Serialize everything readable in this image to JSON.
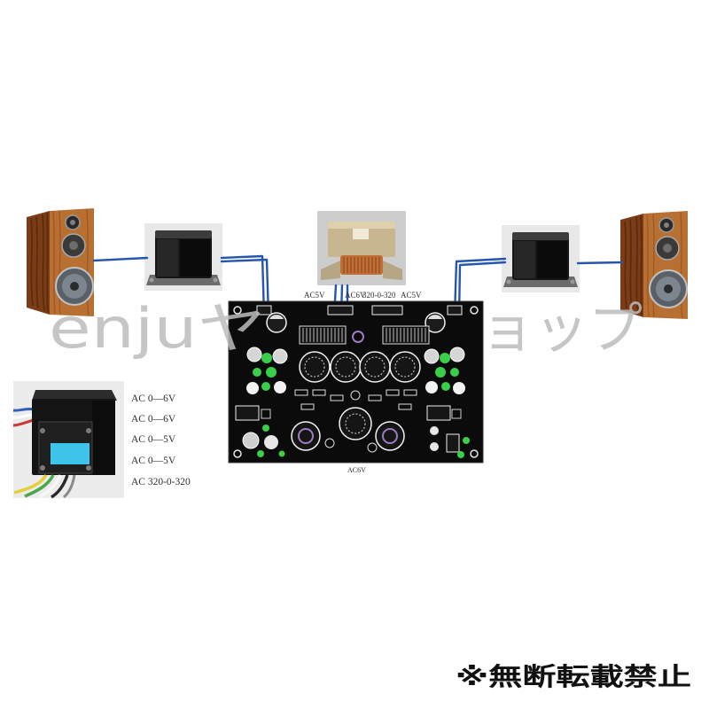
{
  "pcb_labels": {
    "top_ac5v_left": "AC5V",
    "top_ac6v": "AC6V",
    "top_hv": "320-0-320",
    "top_ac5v_right": "AC5V",
    "bottom_ac6v": "AC6V"
  },
  "transformer_spec": {
    "lines": [
      "AC 0—6V",
      "AC 0—6V",
      "AC 0—5V",
      "AC 0—5V",
      "AC 320-0-320"
    ]
  },
  "watermark": {
    "left": "enjuヤ",
    "right": "ョップ"
  },
  "notice": "※無断転載禁止",
  "colors": {
    "wire": "#2456b0",
    "pcb": "#0b0b0b",
    "led_green": "#39cf48",
    "spec_label_blue": "#3cc4ea",
    "wood": "#b86f32"
  },
  "icons": [
    "speaker-icon",
    "output-transformer-icon",
    "power-transformer-icon",
    "pcb-icon"
  ]
}
